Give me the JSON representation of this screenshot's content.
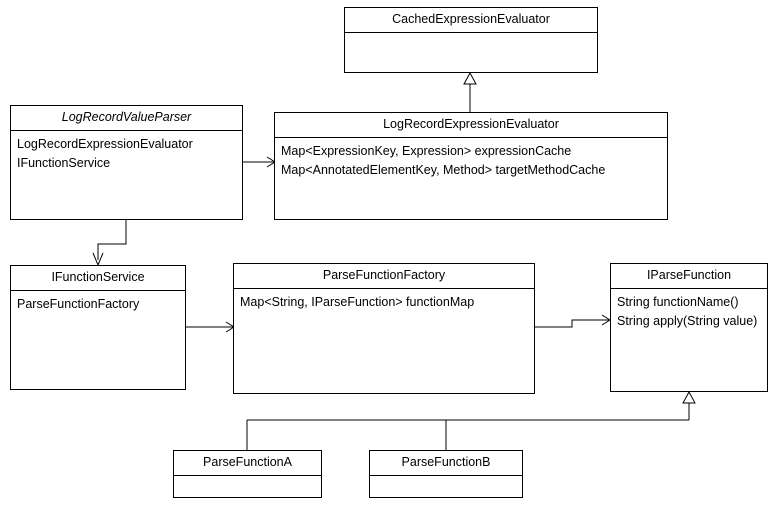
{
  "diagram": {
    "kind": "uml-class-diagram",
    "background_color": "#ffffff",
    "line_color": "#000000",
    "text_color": "#000000",
    "classes": [
      {
        "id": "cached-expression-evaluator",
        "name": "CachedExpressionEvaluator",
        "italic": false,
        "attributes": []
      },
      {
        "id": "log-record-value-parser",
        "name": "LogRecordValueParser",
        "italic": true,
        "attributes": [
          "LogRecordExpressionEvaluator",
          "IFunctionService"
        ]
      },
      {
        "id": "log-record-expression-evaluator",
        "name": "LogRecordExpressionEvaluator",
        "italic": false,
        "attributes": [
          "Map<ExpressionKey, Expression> expressionCache",
          "Map<AnnotatedElementKey, Method> targetMethodCache"
        ]
      },
      {
        "id": "ifunction-service",
        "name": "IFunctionService",
        "italic": false,
        "attributes": [
          "ParseFunctionFactory"
        ]
      },
      {
        "id": "parse-function-factory",
        "name": "ParseFunctionFactory",
        "italic": false,
        "attributes": [
          "Map<String, IParseFunction> functionMap"
        ]
      },
      {
        "id": "iparse-function",
        "name": "IParseFunction",
        "italic": false,
        "attributes": [
          "String functionName()",
          "String apply(String value)"
        ]
      },
      {
        "id": "parse-function-a",
        "name": "ParseFunctionA",
        "italic": false,
        "attributes": []
      },
      {
        "id": "parse-function-b",
        "name": "ParseFunctionB",
        "italic": false,
        "attributes": []
      }
    ],
    "relations": [
      {
        "from": "log-record-expression-evaluator",
        "to": "cached-expression-evaluator",
        "type": "generalization"
      },
      {
        "from": "log-record-value-parser",
        "to": "log-record-expression-evaluator",
        "type": "association"
      },
      {
        "from": "log-record-value-parser",
        "to": "ifunction-service",
        "type": "association"
      },
      {
        "from": "ifunction-service",
        "to": "parse-function-factory",
        "type": "association"
      },
      {
        "from": "parse-function-factory",
        "to": "iparse-function",
        "type": "association"
      },
      {
        "from": "parse-function-a",
        "to": "iparse-function",
        "type": "generalization"
      },
      {
        "from": "parse-function-b",
        "to": "iparse-function",
        "type": "generalization"
      }
    ]
  }
}
